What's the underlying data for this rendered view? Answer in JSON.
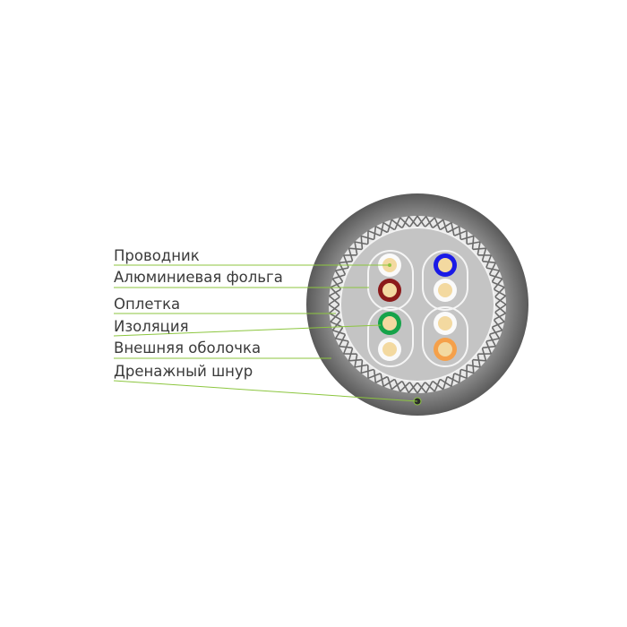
{
  "diagram": {
    "labels": [
      "Проводник",
      "Алюминиевая фольга",
      "Оплетка",
      "Изоляция",
      "Внешняя оболочка",
      "Дренажный шнур"
    ]
  },
  "colors": {
    "outer_jacket": "#6e6e6e",
    "braid": "#dcdcdc",
    "core_fill": "#c8c8c8",
    "leader_line": "#8cc63f",
    "conductor": "#f3d9a0",
    "insulation_blue": "#1a1ae6",
    "insulation_brown": "#8b1a1a",
    "insulation_green": "#16a34a",
    "insulation_orange": "#f5a04a"
  }
}
